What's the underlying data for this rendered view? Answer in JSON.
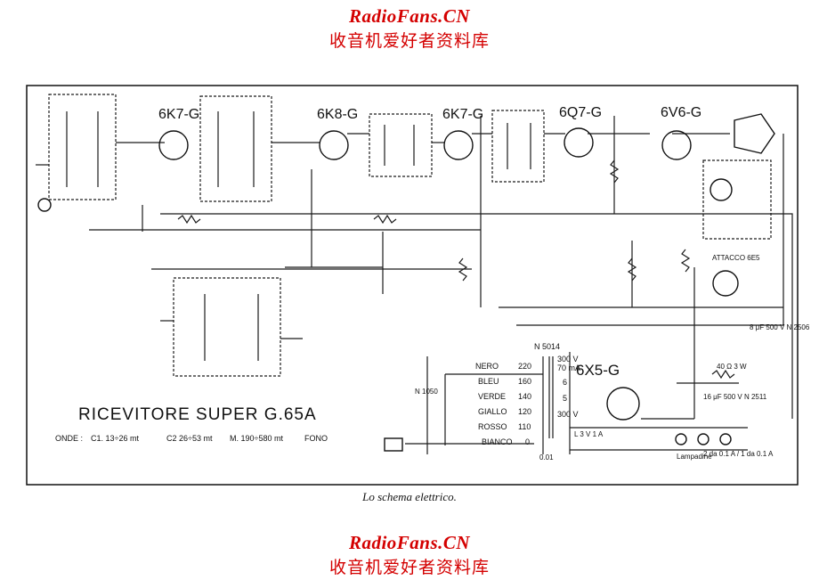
{
  "watermark": {
    "title": "RadioFans.CN",
    "subtitle": "收音机爱好者资料库"
  },
  "tubes": [
    "6K7-G",
    "6K8-G",
    "6K7-G",
    "6Q7-G",
    "6V6-G",
    "6X5-G"
  ],
  "title_block": {
    "title": "RICEVITORE SUPER G.65A",
    "onde_label": "ONDE :",
    "bands": [
      "C1. 13÷26 mt",
      "C2 26÷53 mt",
      "M. 190÷580 mt",
      "FONO"
    ]
  },
  "transformer": {
    "code": "N 5014",
    "taps": [
      {
        "color": "NERO",
        "value": "220"
      },
      {
        "color": "BLEU",
        "value": "160"
      },
      {
        "color": "VERDE",
        "value": "140"
      },
      {
        "color": "GIALLO",
        "value": "120"
      },
      {
        "color": "ROSSO",
        "value": "110"
      },
      {
        "color": "BIANCO",
        "value": "0"
      }
    ],
    "secondary": [
      "300 V",
      "70 mA",
      "6",
      "5",
      "300 V"
    ]
  },
  "labels": {
    "attacco": "ATTACCO 6E5",
    "lampadine": "Lampadine",
    "lamp_spec": "L 3 V 1 A",
    "lamp_count": "2 da 0.1 A / 1 da 0.1 A",
    "switch_code": "N 1050",
    "cap_16": "16 μF 500 V N 2511",
    "cap_8": "8 μF 500 V N 2506",
    "fuse": "40 Ω 3 W",
    "cap_001": "0.01"
  },
  "caption": "Lo schema elettrico."
}
